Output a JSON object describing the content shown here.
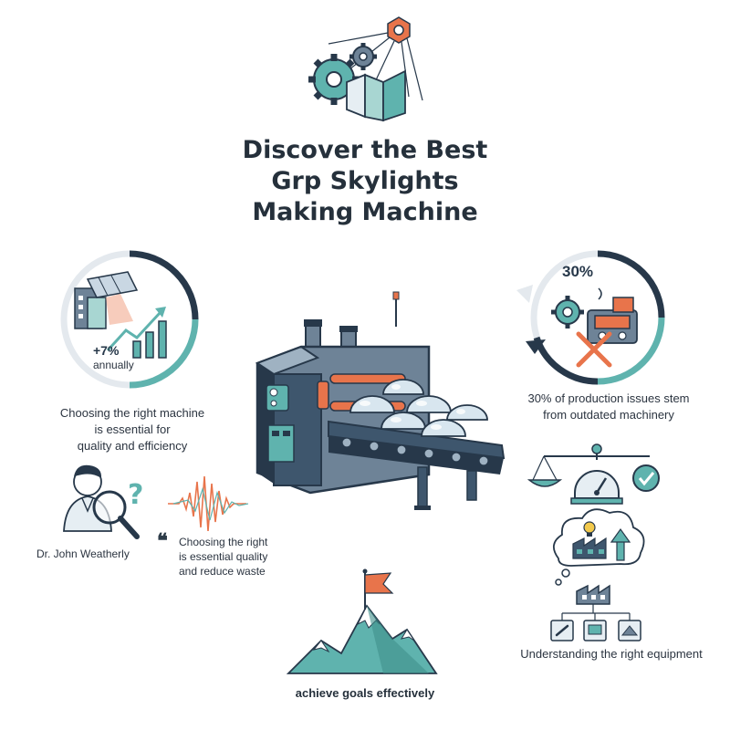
{
  "title": {
    "line1": "Discover the Best",
    "line2": "Grp Skylights",
    "line3": "Making Machine"
  },
  "growth_card": {
    "stat": "+7%",
    "stat_label": "annually",
    "caption_line1": "Choosing the right machine",
    "caption_line2": "is essential for",
    "caption_line3": "quality and efficiency"
  },
  "issues_card": {
    "stat": "30%",
    "caption_line1": "30% of production issues stem",
    "caption_line2": "from outdated machinery"
  },
  "expert": {
    "name": "Dr. John Weatherly",
    "quote_line1": "Choosing the right",
    "quote_line2": "is essential quality",
    "quote_line3": "and reduce waste"
  },
  "equipment": {
    "caption": "Understanding the right equipment"
  },
  "goals": {
    "caption": "achieve goals effectively"
  },
  "colors": {
    "teal": "#5fb3ae",
    "dark_navy": "#27384a",
    "orange": "#e8744b",
    "slate": "#6e8397"
  }
}
